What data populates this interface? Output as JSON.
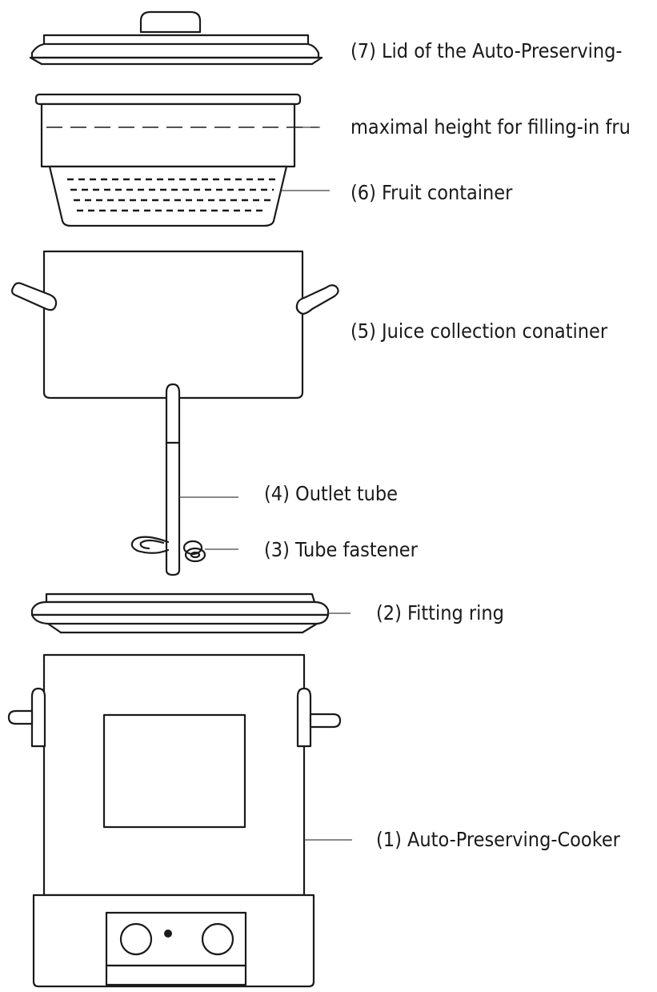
{
  "labels": {
    "lid": "(7) Lid of the Auto-Preserving-",
    "max_height": "maximal height for filling-in fru",
    "fruit_container": "(6) Fruit container",
    "juice_container": "(5) Juice collection conatiner",
    "outlet_tube": "(4) Outlet tube",
    "tube_fastener": "(3) Tube fastener",
    "fitting_ring": "(2) Fitting ring",
    "cooker": "(1) Auto-Preserving-Cooker"
  }
}
